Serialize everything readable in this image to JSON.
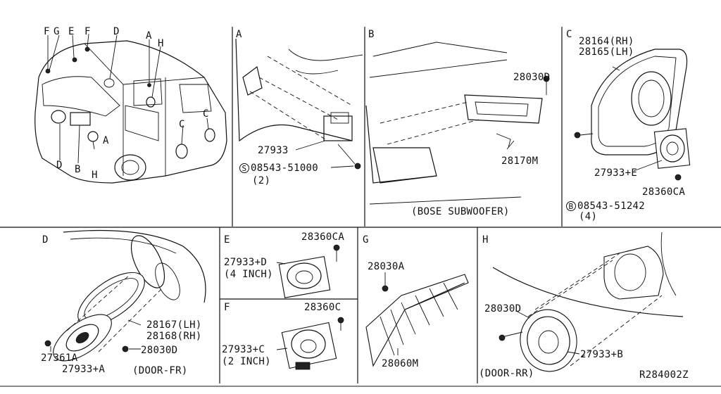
{
  "diagram_code": "R284002Z",
  "panels": {
    "overview": {
      "callouts": {
        "fg_f": "F",
        "fg_g": "G",
        "e": "E",
        "f": "F",
        "d_top": "D",
        "a_top": "A",
        "h_top": "H",
        "c_right": "C",
        "c_left": "C",
        "a_bottom": "A",
        "d_bottom": "D",
        "b": "B",
        "h_bottom": "H"
      }
    },
    "a": {
      "letter": "A",
      "part_1": "27933",
      "screw_prefix": "S",
      "screw": "08543-51000",
      "screw_qty": "(2)"
    },
    "b": {
      "letter": "B",
      "part_1": "28030D",
      "part_2": "28170M",
      "caption": "(BOSE SUBWOOFER)"
    },
    "c": {
      "letter": "C",
      "part_rh": "28164(RH)",
      "part_lh": "28165(LH)",
      "part_3": "27933+E",
      "part_4": "28360CA",
      "bolt_prefix": "B",
      "bolt": "08543-51242",
      "bolt_qty": "(4)"
    },
    "d": {
      "letter": "D",
      "part_lh": "28167(LH)",
      "part_rh": "28168(RH)",
      "part_3": "28030D",
      "part_4": "27361A",
      "part_5": "27933+A",
      "caption": "(DOOR-FR)"
    },
    "e": {
      "letter": "E",
      "part_1": "28360CA",
      "part_2": "27933+D",
      "size": "(4 INCH)"
    },
    "f": {
      "letter": "F",
      "part_1": "28360C",
      "part_2": "27933+C",
      "size": "(2 INCH)"
    },
    "g": {
      "letter": "G",
      "part_1": "28030A",
      "part_2": "28060M"
    },
    "h": {
      "letter": "H",
      "part_1": "28030D",
      "part_2": "27933+B",
      "caption": "(DOOR-RR)"
    }
  }
}
